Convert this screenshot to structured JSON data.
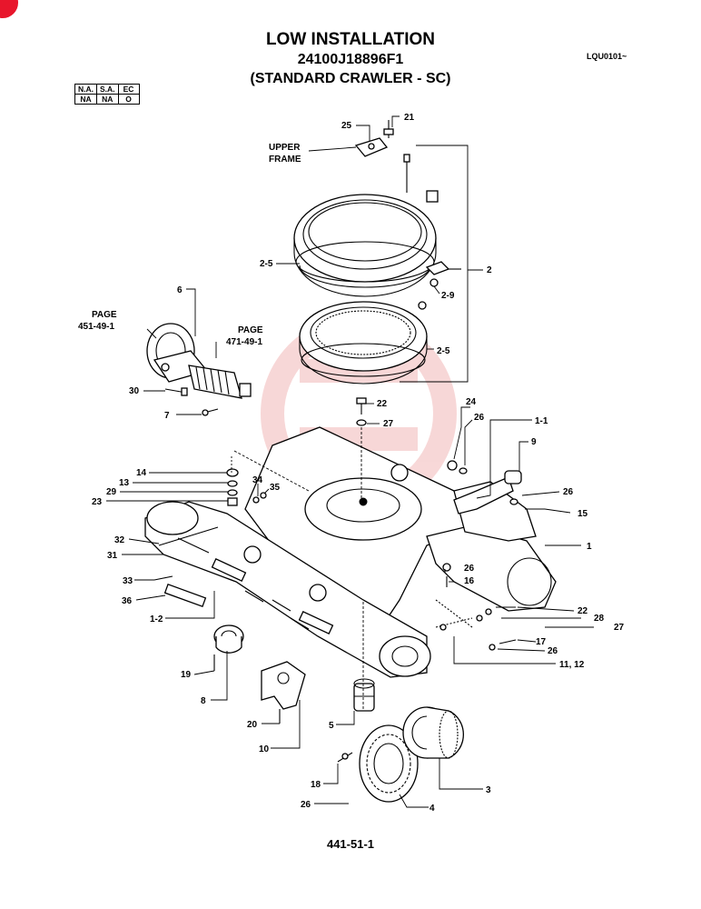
{
  "header": {
    "title": "LOW INSTALLATION",
    "part_number": "24100J18896F1",
    "subtitle": "(STANDARD CRAWLER - SC)",
    "code": "LQU0101~"
  },
  "notes_table": {
    "headers": [
      "N.A.",
      "S.A.",
      "EC"
    ],
    "values": [
      "NA",
      "NA",
      "O"
    ]
  },
  "page_number": "441-51-1",
  "diagram": {
    "callouts": [
      {
        "id": "c25",
        "text": "25"
      },
      {
        "id": "c21",
        "text": "21"
      },
      {
        "id": "c2",
        "text": "2"
      },
      {
        "id": "c2-5a",
        "text": "2-5"
      },
      {
        "id": "c2-9",
        "text": "2-9"
      },
      {
        "id": "c2-5b",
        "text": "2-5"
      },
      {
        "id": "c6",
        "text": "6"
      },
      {
        "id": "c30",
        "text": "30"
      },
      {
        "id": "c7",
        "text": "7"
      },
      {
        "id": "c22a",
        "text": "22"
      },
      {
        "id": "c27a",
        "text": "27"
      },
      {
        "id": "c24",
        "text": "24"
      },
      {
        "id": "c26a",
        "text": "26"
      },
      {
        "id": "c1-1",
        "text": "1-1"
      },
      {
        "id": "c9",
        "text": "9"
      },
      {
        "id": "c26b",
        "text": "26"
      },
      {
        "id": "c15",
        "text": "15"
      },
      {
        "id": "c1",
        "text": "1"
      },
      {
        "id": "c14",
        "text": "14"
      },
      {
        "id": "c13",
        "text": "13"
      },
      {
        "id": "c29",
        "text": "29"
      },
      {
        "id": "c23",
        "text": "23"
      },
      {
        "id": "c34",
        "text": "34"
      },
      {
        "id": "c35",
        "text": "35"
      },
      {
        "id": "c32",
        "text": "32"
      },
      {
        "id": "c31",
        "text": "31"
      },
      {
        "id": "c33",
        "text": "33"
      },
      {
        "id": "c36",
        "text": "36"
      },
      {
        "id": "c1-2",
        "text": "1-2"
      },
      {
        "id": "c26c",
        "text": "26"
      },
      {
        "id": "c16",
        "text": "16"
      },
      {
        "id": "c22b",
        "text": "22"
      },
      {
        "id": "c28",
        "text": "28"
      },
      {
        "id": "c27b",
        "text": "27"
      },
      {
        "id": "c17",
        "text": "17"
      },
      {
        "id": "c26d",
        "text": "26"
      },
      {
        "id": "c11-12",
        "text": "11, 12"
      },
      {
        "id": "c19",
        "text": "19"
      },
      {
        "id": "c8",
        "text": "8"
      },
      {
        "id": "c20",
        "text": "20"
      },
      {
        "id": "c10",
        "text": "10"
      },
      {
        "id": "c5",
        "text": "5"
      },
      {
        "id": "c18",
        "text": "18"
      },
      {
        "id": "c26e",
        "text": "26"
      },
      {
        "id": "c4",
        "text": "4"
      },
      {
        "id": "c3",
        "text": "3"
      }
    ],
    "upper_frame": [
      "UPPER",
      "FRAME"
    ],
    "page_ref_a": [
      "PAGE",
      "451-49-1"
    ],
    "page_ref_b": [
      "PAGE",
      "471-49-1"
    ],
    "watermark_color": "#f2b8b8"
  }
}
